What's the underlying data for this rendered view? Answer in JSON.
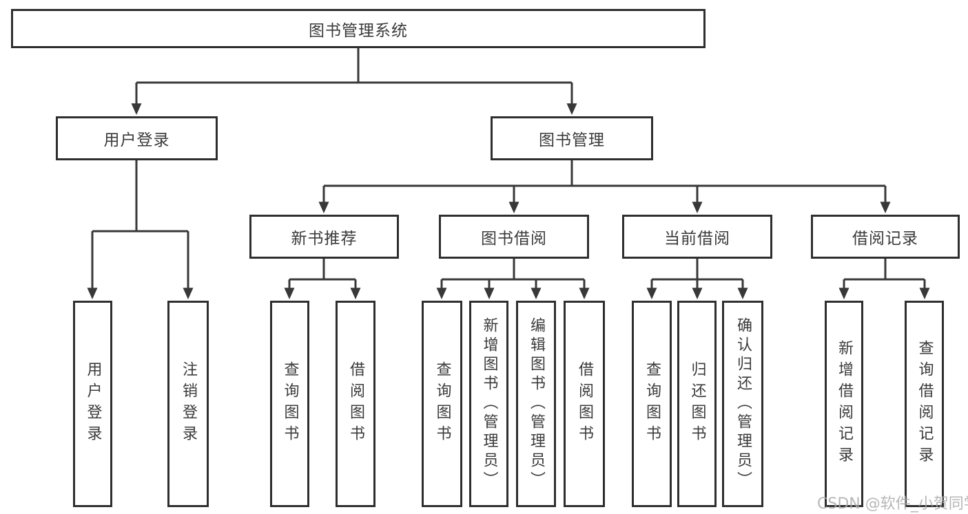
{
  "tree": {
    "root": {
      "label": "图书管理系统",
      "children": [
        {
          "label": "用户登录",
          "children": [
            {
              "label": "用户登录"
            },
            {
              "label": "注销登录"
            }
          ]
        },
        {
          "label": "图书管理",
          "children": [
            {
              "label": "新书推荐",
              "children": [
                {
                  "label": "查询图书"
                },
                {
                  "label": "借阅图书"
                }
              ]
            },
            {
              "label": "图书借阅",
              "children": [
                {
                  "label": "查询图书"
                },
                {
                  "label": "新增图书（管理员）"
                },
                {
                  "label": "编辑图书（管理员）"
                },
                {
                  "label": "借阅图书"
                }
              ]
            },
            {
              "label": "当前借阅",
              "children": [
                {
                  "label": "查询图书"
                },
                {
                  "label": "归还图书"
                },
                {
                  "label": "确认归还（管理员）"
                }
              ]
            },
            {
              "label": "借阅记录",
              "children": [
                {
                  "label": "新增借阅记录"
                },
                {
                  "label": "查询借阅记录"
                }
              ]
            }
          ]
        }
      ]
    }
  },
  "watermark": {
    "text": "CSDN @软件_小贺同学"
  },
  "colors": {
    "line": "#383838",
    "box_border": "#2e2e2e",
    "text": "#3a3a3a",
    "watermark": "#aaaaaa",
    "background": "#ffffff"
  }
}
